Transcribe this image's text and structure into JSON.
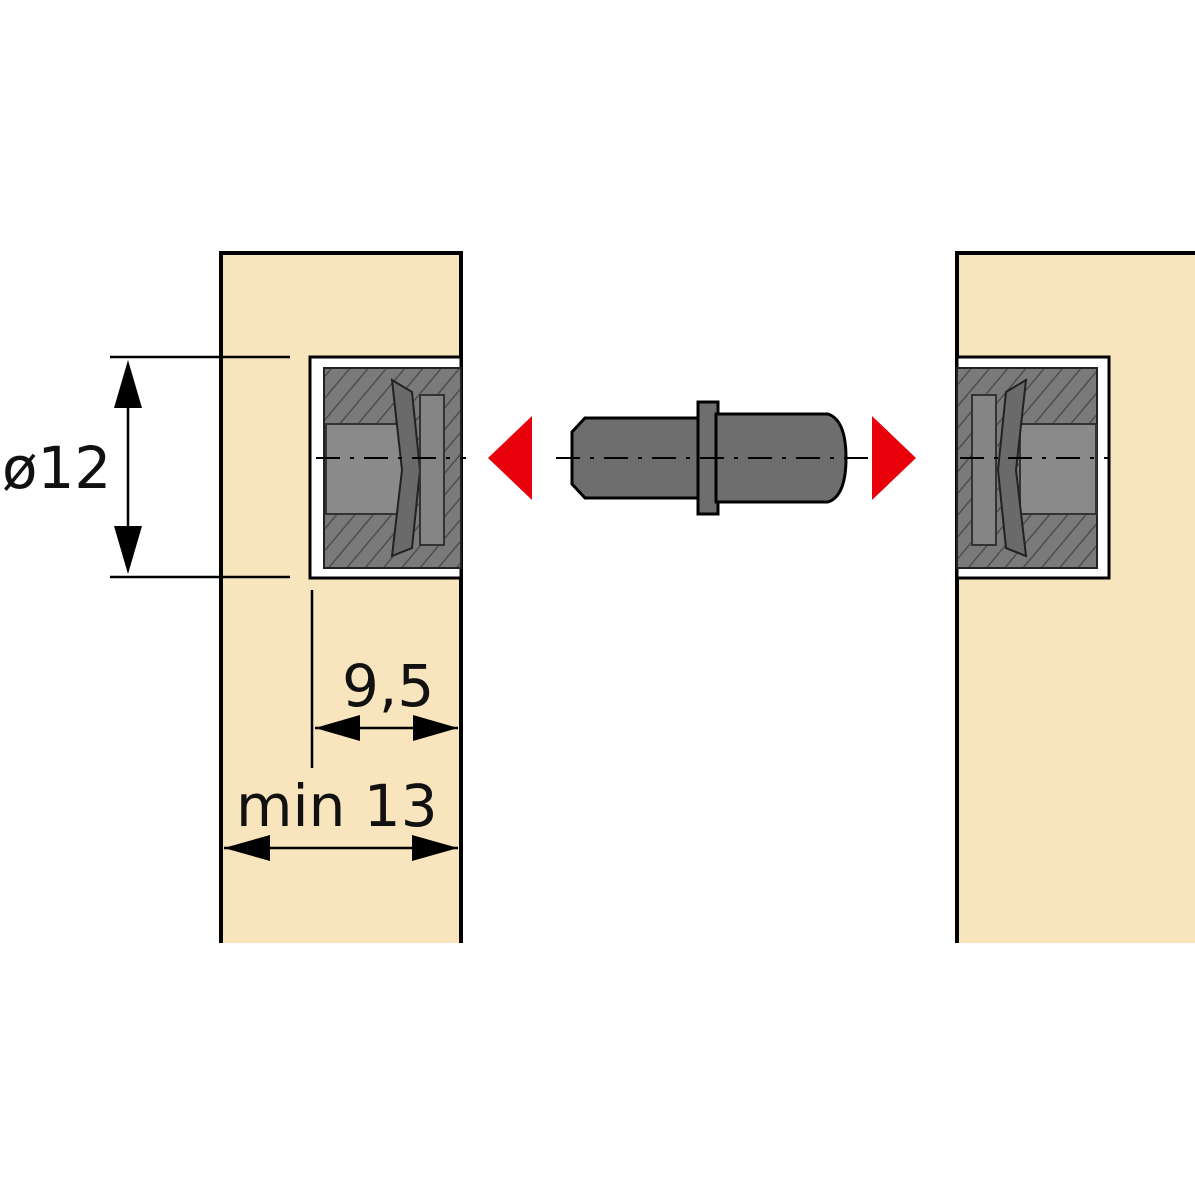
{
  "labels": {
    "diameter": "ø12",
    "depth": "9,5",
    "min_thickness": "min 13"
  },
  "colors": {
    "wood": "#F8E4BD",
    "connector_body": "#7A7A7A",
    "connector_dark": "#5E5E5E",
    "pin": "#6E6E6E",
    "arrow": "#E8000B",
    "outline": "#000000"
  },
  "icons": {
    "left_arrow": "triangle-left-icon",
    "right_arrow": "triangle-right-icon"
  }
}
